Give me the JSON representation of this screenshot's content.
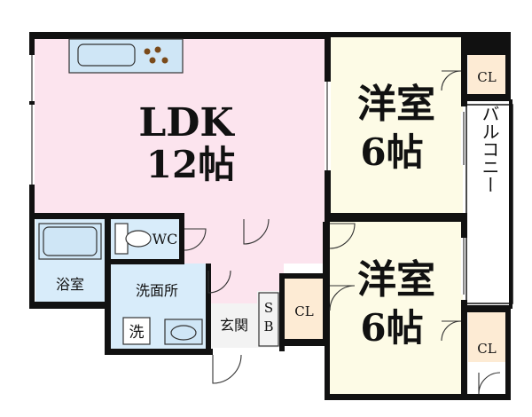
{
  "rooms": {
    "ldk": {
      "name": "LDK",
      "size": "12帖"
    },
    "west_top": {
      "name": "洋室",
      "size": "6帖"
    },
    "west_bottom": {
      "name": "洋室",
      "size": "6帖"
    },
    "balcony": {
      "name": "バルコニー"
    },
    "bath": {
      "name": "浴室"
    },
    "washroom": {
      "name": "洗面所"
    },
    "washer": {
      "name": "洗"
    },
    "wc": {
      "name": "WC"
    },
    "entrance": {
      "name": "玄関"
    },
    "shoe_box": {
      "line1": "S",
      "line2": "B"
    },
    "closets": {
      "top_right": "CL",
      "entrance": "CL",
      "bottom_right": "CL"
    }
  },
  "colors": {
    "ldk": "#fce4ee",
    "west": "#fdfbe6",
    "wet": "#d8ecfa",
    "entrance": "#f3f3f3",
    "closet": "#fdebd4",
    "wall": "#111111"
  }
}
